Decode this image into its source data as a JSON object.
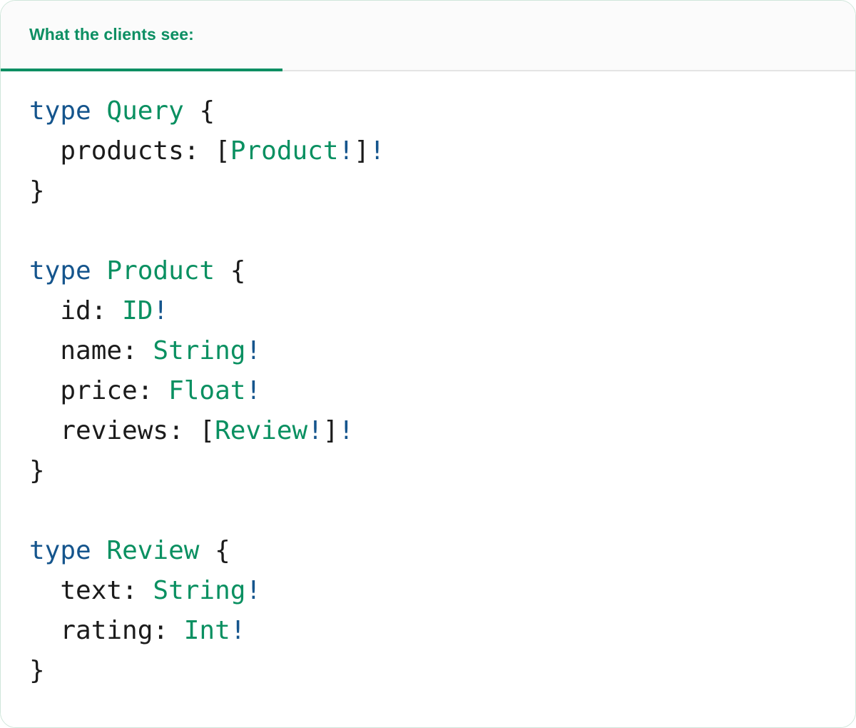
{
  "card": {
    "accent_green": "#0d8f63",
    "border_color": "#cfe6da",
    "header_bg": "#fbfbfb",
    "body_bg": "#ffffff",
    "divider_color": "#e4e4e4"
  },
  "header": {
    "tab_label": "What the clients see:",
    "active": true
  },
  "syntax_colors": {
    "keyword": "#15558d",
    "type_name": "#0a9061",
    "field_name": "#1b1b1b",
    "punctuation": "#1b1b1b",
    "non_null_bang": "#15558d"
  },
  "code": {
    "language": "graphql",
    "text": "type Query {\n  products: [Product!]!\n}\n\ntype Product {\n  id: ID!\n  name: String!\n  price: Float!\n  reviews: [Review!]!\n}\n\ntype Review {\n  text: String!\n  rating: Int!\n}",
    "lines": [
      {
        "tokens": [
          {
            "t": "type",
            "c": "kw"
          },
          {
            "t": " ",
            "c": "plain"
          },
          {
            "t": "Query",
            "c": "type"
          },
          {
            "t": " ",
            "c": "plain"
          },
          {
            "t": "{",
            "c": "punct"
          }
        ]
      },
      {
        "tokens": [
          {
            "t": "  products",
            "c": "field"
          },
          {
            "t": ": ",
            "c": "punct"
          },
          {
            "t": "[",
            "c": "punct"
          },
          {
            "t": "Product",
            "c": "type"
          },
          {
            "t": "!",
            "c": "bang"
          },
          {
            "t": "]",
            "c": "punct"
          },
          {
            "t": "!",
            "c": "bang"
          }
        ]
      },
      {
        "tokens": [
          {
            "t": "}",
            "c": "punct"
          }
        ]
      },
      {
        "tokens": []
      },
      {
        "tokens": [
          {
            "t": "type",
            "c": "kw"
          },
          {
            "t": " ",
            "c": "plain"
          },
          {
            "t": "Product",
            "c": "type"
          },
          {
            "t": " ",
            "c": "plain"
          },
          {
            "t": "{",
            "c": "punct"
          }
        ]
      },
      {
        "tokens": [
          {
            "t": "  id",
            "c": "field"
          },
          {
            "t": ": ",
            "c": "punct"
          },
          {
            "t": "ID",
            "c": "type"
          },
          {
            "t": "!",
            "c": "bang"
          }
        ]
      },
      {
        "tokens": [
          {
            "t": "  name",
            "c": "field"
          },
          {
            "t": ": ",
            "c": "punct"
          },
          {
            "t": "String",
            "c": "type"
          },
          {
            "t": "!",
            "c": "bang"
          }
        ]
      },
      {
        "tokens": [
          {
            "t": "  price",
            "c": "field"
          },
          {
            "t": ": ",
            "c": "punct"
          },
          {
            "t": "Float",
            "c": "type"
          },
          {
            "t": "!",
            "c": "bang"
          }
        ]
      },
      {
        "tokens": [
          {
            "t": "  reviews",
            "c": "field"
          },
          {
            "t": ": ",
            "c": "punct"
          },
          {
            "t": "[",
            "c": "punct"
          },
          {
            "t": "Review",
            "c": "type"
          },
          {
            "t": "!",
            "c": "bang"
          },
          {
            "t": "]",
            "c": "punct"
          },
          {
            "t": "!",
            "c": "bang"
          }
        ]
      },
      {
        "tokens": [
          {
            "t": "}",
            "c": "punct"
          }
        ]
      },
      {
        "tokens": []
      },
      {
        "tokens": [
          {
            "t": "type",
            "c": "kw"
          },
          {
            "t": " ",
            "c": "plain"
          },
          {
            "t": "Review",
            "c": "type"
          },
          {
            "t": " ",
            "c": "plain"
          },
          {
            "t": "{",
            "c": "punct"
          }
        ]
      },
      {
        "tokens": [
          {
            "t": "  text",
            "c": "field"
          },
          {
            "t": ": ",
            "c": "punct"
          },
          {
            "t": "String",
            "c": "type"
          },
          {
            "t": "!",
            "c": "bang"
          }
        ]
      },
      {
        "tokens": [
          {
            "t": "  rating",
            "c": "field"
          },
          {
            "t": ": ",
            "c": "punct"
          },
          {
            "t": "Int",
            "c": "type"
          },
          {
            "t": "!",
            "c": "bang"
          }
        ]
      },
      {
        "tokens": [
          {
            "t": "}",
            "c": "punct"
          }
        ]
      }
    ]
  }
}
